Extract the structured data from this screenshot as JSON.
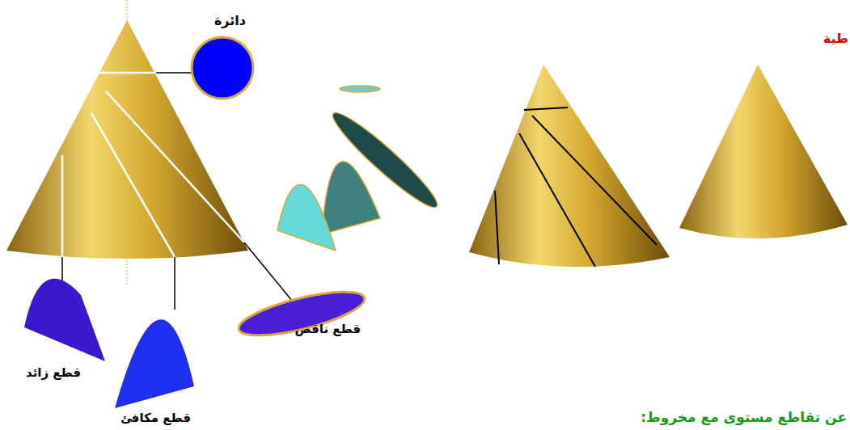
{
  "diagram": {
    "labels": [
      "دائرة",
      "طية",
      "قطع ناقص",
      "قطع زائد",
      "قطع مكافئ",
      "عن تقاطع مستوى مع مخروط:"
    ]
  }
}
